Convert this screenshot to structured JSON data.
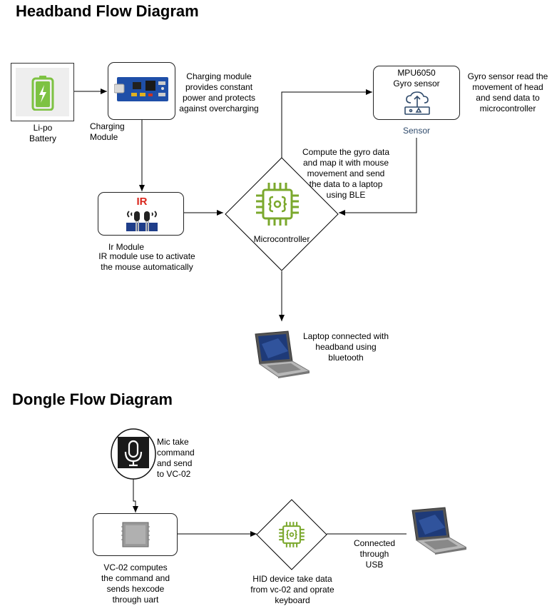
{
  "headband": {
    "title": "Headband Flow Diagram",
    "battery_label": "Li-po\nBattery",
    "charging_label": "Charging\nModule",
    "charging_desc": "Charging module\nprovides constant\npower and protects\nagainst overcharging",
    "ir_title": "Ir Module",
    "ir_desc": "IR module use to activate\nthe mouse automatically",
    "ir_icon_text": "IR",
    "micro_label": "Microcontroller",
    "mpu_label": "MPU6050\nGyro sensor",
    "sensor_label": "Sensor",
    "gyro_desc": "Gyro sensor read the\nmovement of head\nand send data to\nmicrocontroller",
    "compute_desc": "Compute the gyro data\nand map it with mouse\nmovement and send\nthe data to a laptop\nusing BLE",
    "laptop_desc": "Laptop connected with\nheadband using\nbluetooth"
  },
  "dongle": {
    "title": "Dongle Flow Diagram",
    "mic_desc": "Mic take\ncommand\nand send\nto VC-02",
    "vc02_desc": "VC-02 computes\nthe command and\nsends hexcode\nthrough uart",
    "hid_desc": "HID device take data\nfrom vc-02 and oprate\nkeyboard",
    "usb_desc": "Connected\nthrough\nUSB"
  },
  "colors": {
    "chip_green": "#7ba82d",
    "battery_green": "#7dc242",
    "board_blue": "#1f4fa8",
    "sensor_text": "#2f4a6b",
    "ir_red": "#d9261c"
  }
}
